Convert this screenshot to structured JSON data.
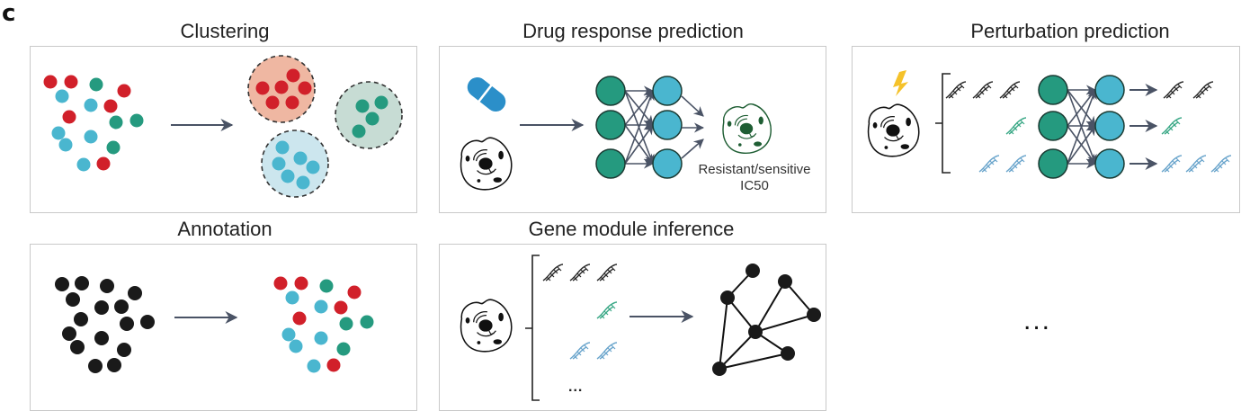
{
  "figure": {
    "panel_letter": "c",
    "colors": {
      "red": "#d1202a",
      "cyan": "#4ab6cf",
      "green": "#259a7f",
      "black": "#1a1a1a",
      "arrow": "#4a5365",
      "pill": "#2b8fc9",
      "lightning": "#f5c22a",
      "dna_black": "#2a2a2a",
      "dna_green": "#3aa886",
      "dna_blue": "#6aa5cc",
      "cluster_red_fill": "#efb7a2",
      "cluster_green_fill": "#c7dcd4",
      "cluster_cyan_fill": "#cce6ee",
      "box_border": "#c9c9c9",
      "cell_output_green": "#1f5e34"
    },
    "panels": [
      {
        "id": "clustering",
        "title": "Clustering"
      },
      {
        "id": "drug-response",
        "title": "Drug response prediction",
        "output_label_line1": "Resistant/sensitive",
        "output_label_line2": "IC50"
      },
      {
        "id": "perturbation",
        "title": "Perturbation prediction"
      },
      {
        "id": "annotation",
        "title": "Annotation"
      },
      {
        "id": "gene-module",
        "title": "Gene module inference",
        "list_more": "..."
      }
    ],
    "more_tasks": "..."
  }
}
